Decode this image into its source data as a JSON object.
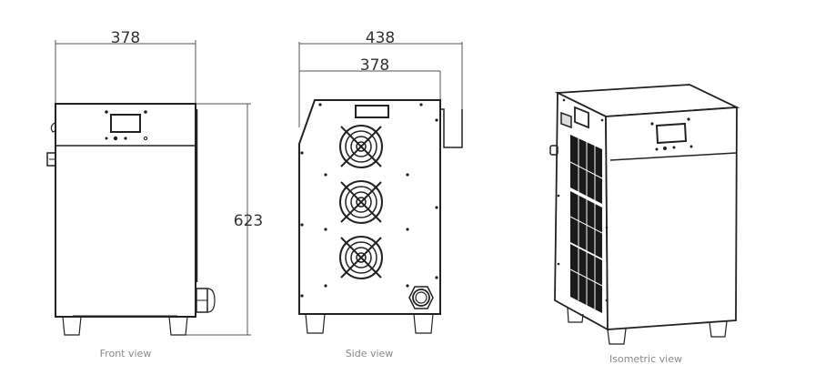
{
  "drawing": {
    "views": [
      {
        "id": "front-view",
        "label": "Front view"
      },
      {
        "id": "side-view",
        "label": "Side view"
      },
      {
        "id": "iso-view",
        "label": "Isometric view"
      }
    ],
    "dimensions": {
      "front_width": "378",
      "height": "623",
      "side_total_depth": "438",
      "side_body_depth": "378"
    },
    "colors": {
      "line": "#222222",
      "dim_line": "#555555",
      "fill": "#ffffff",
      "grille": "#1a1a1a"
    }
  }
}
